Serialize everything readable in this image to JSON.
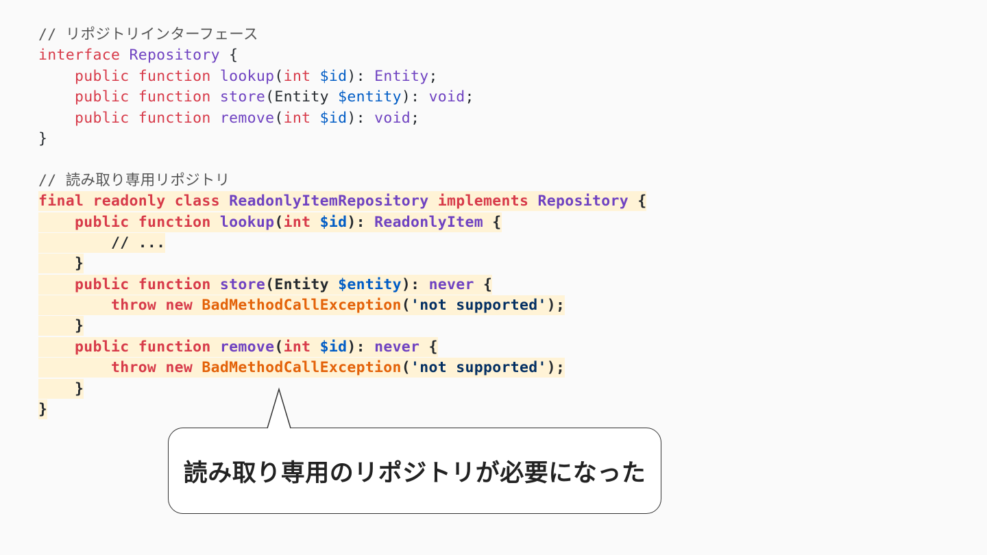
{
  "interface_block": {
    "comment": "// リポジトリインターフェース",
    "decl": {
      "keyword": "interface",
      "name": "Repository",
      "brace": "{"
    },
    "methods": [
      {
        "modifier": "public",
        "fn_kw": "function",
        "name": "lookup",
        "open": "(",
        "ptype": "int",
        "param": "$id",
        "close": "): ",
        "ret": "Entity",
        "end": ";"
      },
      {
        "modifier": "public",
        "fn_kw": "function",
        "name": "store",
        "open": "(",
        "ptype": "Entity",
        "param": "$entity",
        "close": "): ",
        "ret": "void",
        "end": ";"
      },
      {
        "modifier": "public",
        "fn_kw": "function",
        "name": "remove",
        "open": "(",
        "ptype": "int",
        "param": "$id",
        "close": "): ",
        "ret": "void",
        "end": ";"
      }
    ],
    "close": "}"
  },
  "class_block": {
    "comment": "// 読み取り専用リポジトリ",
    "decl": {
      "final": "final",
      "readonly": "readonly",
      "class_kw": "class",
      "name": "ReadonlyItemRepository",
      "implements": "implements",
      "iface": "Repository",
      "brace": "{"
    },
    "lookup": {
      "modifier": "public",
      "fn_kw": "function",
      "name": "lookup",
      "open": "(",
      "ptype": "int",
      "param": "$id",
      "close": "): ",
      "ret": "ReadonlyItem",
      "brace": " {",
      "body": "// ...",
      "end": "}"
    },
    "store": {
      "modifier": "public",
      "fn_kw": "function",
      "name": "store",
      "open": "(",
      "ptype": "Entity",
      "param": "$entity",
      "close": "): ",
      "ret": "never",
      "brace": " {",
      "throw_kw": "throw",
      "new_kw": "new",
      "exc": "BadMethodCallException",
      "arg_open": "(",
      "arg": "'not supported'",
      "arg_close": ");",
      "end": "}"
    },
    "remove": {
      "modifier": "public",
      "fn_kw": "function",
      "name": "remove",
      "open": "(",
      "ptype": "int",
      "param": "$id",
      "close": "): ",
      "ret": "never",
      "brace": " {",
      "throw_kw": "throw",
      "new_kw": "new",
      "exc": "BadMethodCallException",
      "arg_open": "(",
      "arg": "'not supported'",
      "arg_close": ");",
      "end": "}"
    },
    "close": "}"
  },
  "callout": {
    "text": "読み取り専用のリポジトリが必要になった"
  }
}
